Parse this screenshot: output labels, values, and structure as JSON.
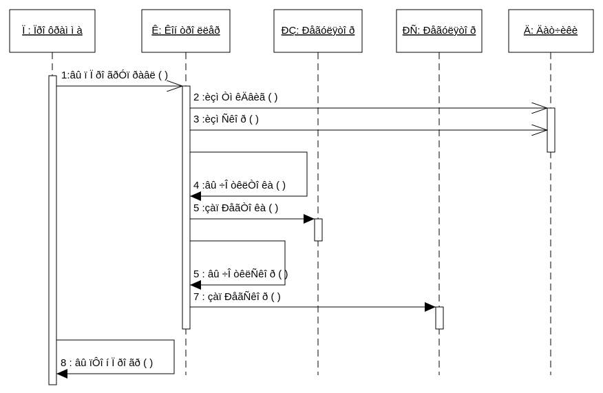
{
  "colors": {
    "stroke": "#000000",
    "background": "#ffffff"
  },
  "participants": [
    {
      "id": "p1",
      "label": "Ï : Ïðî ôðàì ì à"
    },
    {
      "id": "p2",
      "label": "Ê: Êîí òðî ëëåð"
    },
    {
      "id": "p3",
      "label": "ÐÇ: Ðåãóëÿòî ð"
    },
    {
      "id": "p4",
      "label": "ÐÑ: Ðåãóëÿòî ð"
    },
    {
      "id": "p5",
      "label": "Ä: Äàò÷èêè"
    }
  ],
  "messages": [
    {
      "id": "m1",
      "label": "1:âû ï Ï ðî ãðÓï ðàâë ( )"
    },
    {
      "id": "m2",
      "label": "2 :èçì Òì êÄâèã ( )"
    },
    {
      "id": "m3",
      "label": "3 :èçì Ñêî ð ( )"
    },
    {
      "id": "m4",
      "label": "4 :âû ÷Î òêëÒî êà ( )"
    },
    {
      "id": "m5",
      "label": "5 :çàï ÐåãÒî êà ( )"
    },
    {
      "id": "m6",
      "label": "5 : âû ÷Î òêëÑêî ð ( )"
    },
    {
      "id": "m7",
      "label": "7 : çàï ÐåãÑêî ð ( )"
    },
    {
      "id": "m8",
      "label": "8 : âû ïÔî í Ï ðî ãð ( )"
    }
  ]
}
